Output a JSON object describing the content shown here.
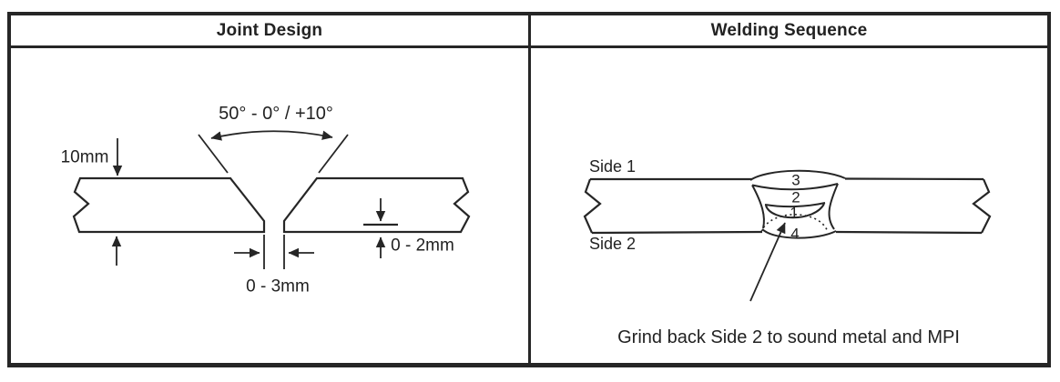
{
  "colors": {
    "line": "#262626",
    "text": "#222222",
    "background": "#ffffff"
  },
  "table": {
    "header_left": "Joint Design",
    "header_right": "Welding Sequence"
  },
  "joint_design": {
    "angle_label": "50° - 0° / +10°",
    "thickness_label": "10mm",
    "root_gap_label": "0 - 3mm",
    "root_face_label": "0 - 2mm"
  },
  "welding_sequence": {
    "side1_label": "Side 1",
    "side2_label": "Side 2",
    "pass_labels": [
      "3",
      "2",
      "1",
      "4"
    ],
    "note": "Grind back Side 2 to sound metal and MPI"
  }
}
